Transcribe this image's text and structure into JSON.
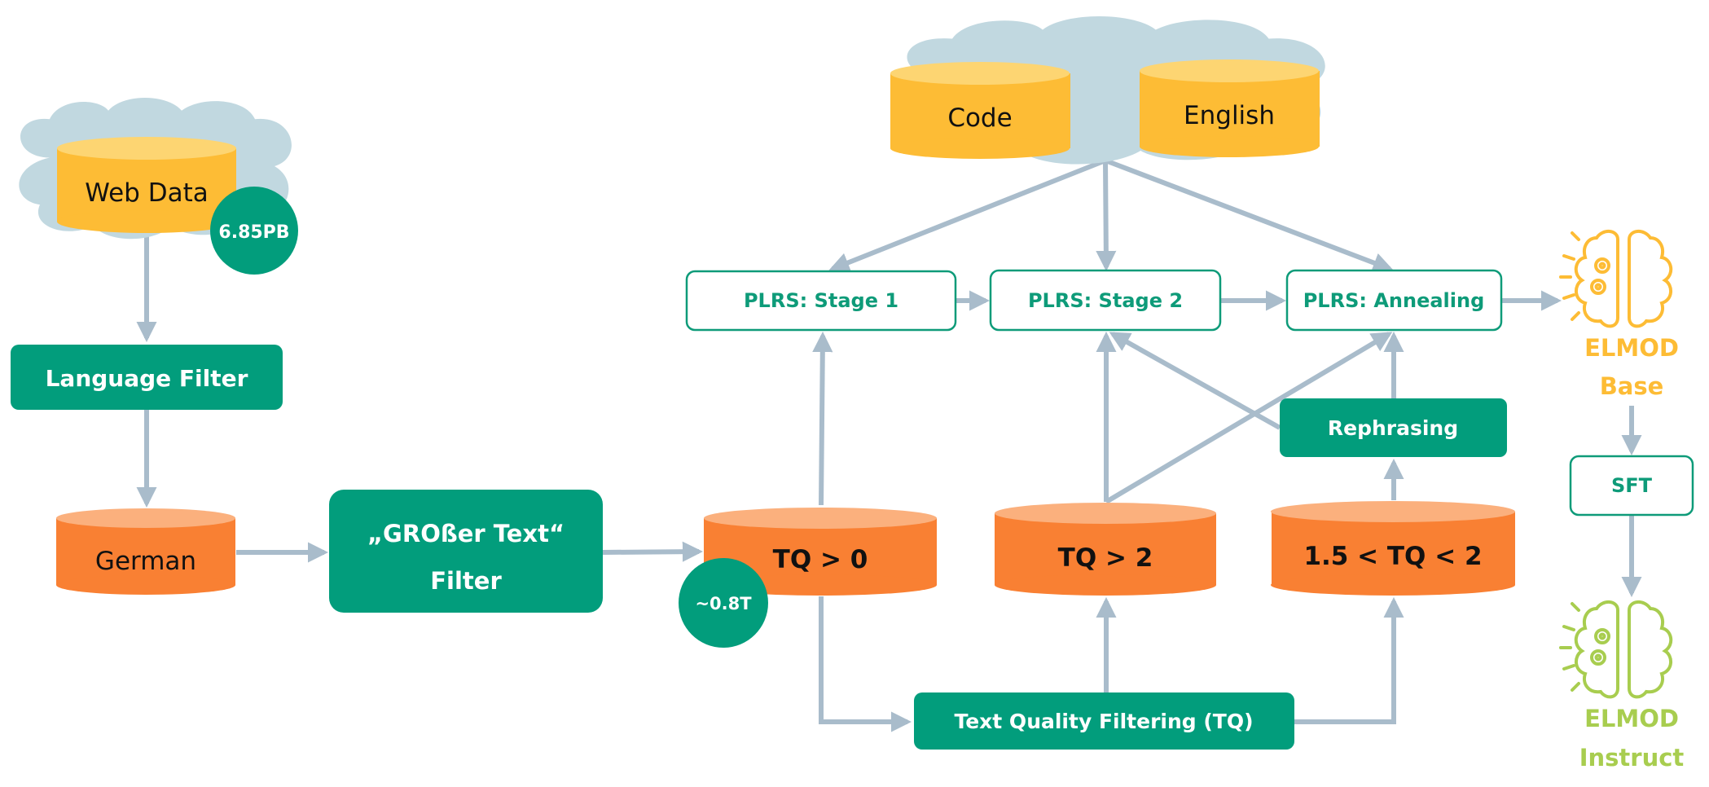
{
  "colors": {
    "teal": "#029d7c",
    "teal_text": "#0e9b79",
    "yellow_body": "#fdbc35",
    "yellow_top": "#fdd572",
    "orange_body": "#f98033",
    "orange_top": "#fbb07d",
    "cloud": "#c1d8e0",
    "arrow": "#a9bccb",
    "base_model": "#fdbc35",
    "instruct_model": "#a8cd4f"
  },
  "sources": {
    "web_data": {
      "label": "Web Data",
      "size_badge": "6.85PB"
    },
    "code": {
      "label": "Code"
    },
    "english": {
      "label": "English"
    }
  },
  "filters": {
    "language_filter": "Language Filter",
    "grosser_filter_line1": "„GROßer Text“",
    "grosser_filter_line2": "Filter",
    "text_quality": "Text Quality Filtering (TQ)",
    "rephrasing": "Rephrasing"
  },
  "datasets": {
    "german": "German",
    "tq_gt_0": "TQ > 0",
    "tq_gt_0_badge": "~0.8T",
    "tq_gt_2": "TQ > 2",
    "tq_between": "1.5 < TQ < 2"
  },
  "training": {
    "stage1": "PLRS: Stage 1",
    "stage2": "PLRS: Stage 2",
    "annealing": "PLRS: Annealing",
    "sft": "SFT"
  },
  "models": {
    "base_line1": "ELMOD",
    "base_line2": "Base",
    "instruct_line1": "ELMOD",
    "instruct_line2": "Instruct"
  }
}
